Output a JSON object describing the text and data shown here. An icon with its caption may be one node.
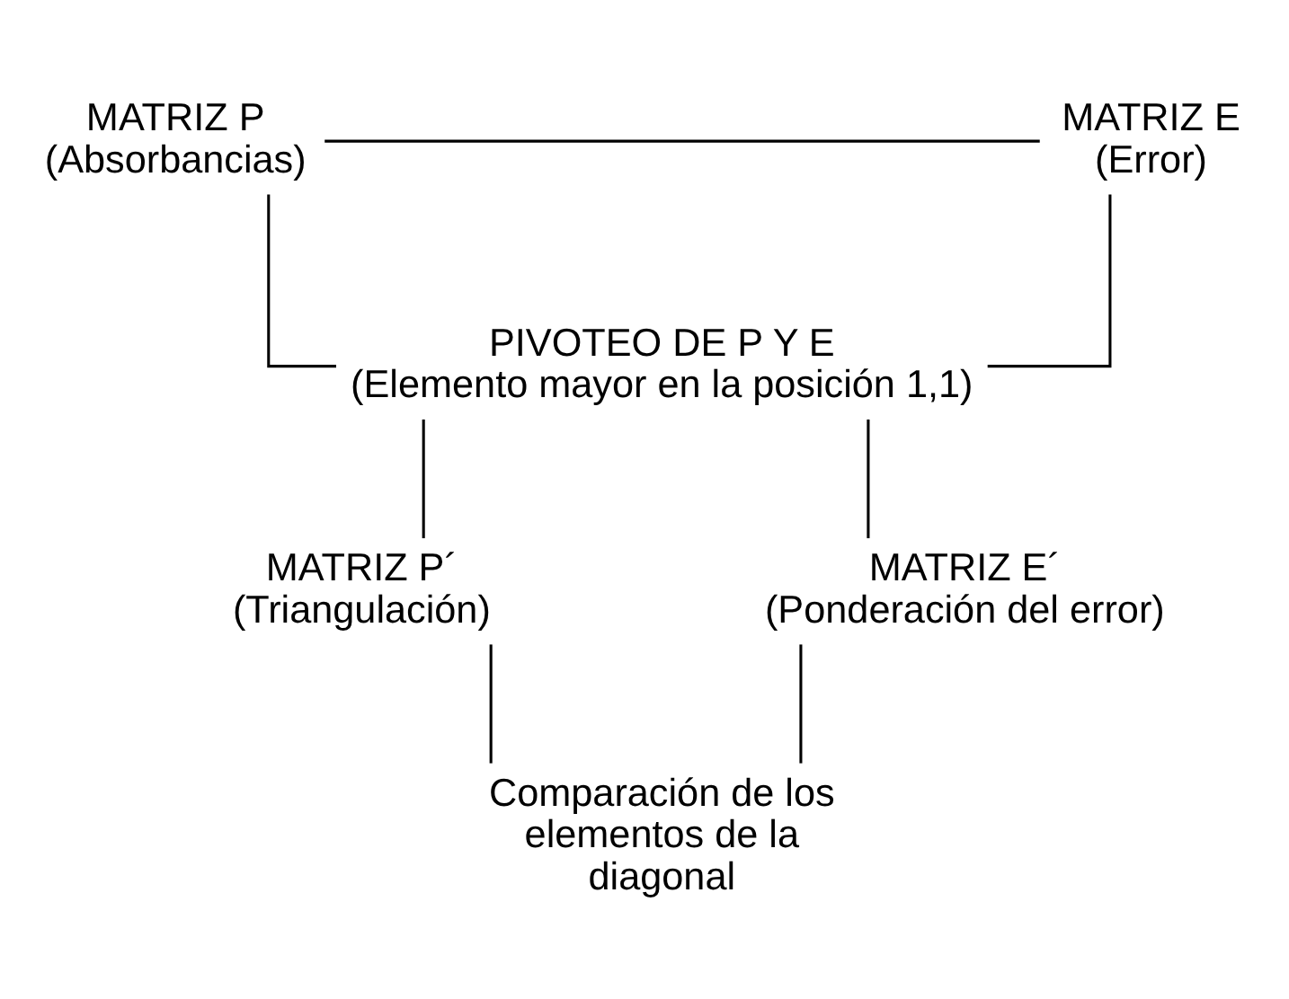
{
  "diagram": {
    "nodes": [
      {
        "text": [
          "MATRIZ P",
          "(Absorbancias)"
        ]
      },
      {
        "text": [
          "MATRIZ E",
          "(Error)"
        ]
      },
      {
        "text": [
          "PIVOTEO DE P Y E",
          "(Elemento mayor en la posición 1,1)"
        ]
      },
      {
        "text": [
          "MATRIZ P´",
          "(Triangulación)"
        ]
      },
      {
        "text": [
          "MATRIZ E´",
          "(Ponderación del error)"
        ]
      },
      {
        "text": [
          "Comparación de los elementos de la diagonal"
        ]
      }
    ],
    "edges": [
      {
        "from": 0,
        "to": 1,
        "arrow": "none"
      },
      {
        "from": 0,
        "to": 2,
        "arrow": "none"
      },
      {
        "from": 1,
        "to": 2,
        "arrow": "none"
      },
      {
        "from": 2,
        "to": 3,
        "arrow": "none"
      },
      {
        "from": 2,
        "to": 4,
        "arrow": "none"
      },
      {
        "from": 3,
        "to": 5,
        "arrow": "none"
      },
      {
        "from": 4,
        "to": 5,
        "arrow": "none"
      }
    ]
  }
}
